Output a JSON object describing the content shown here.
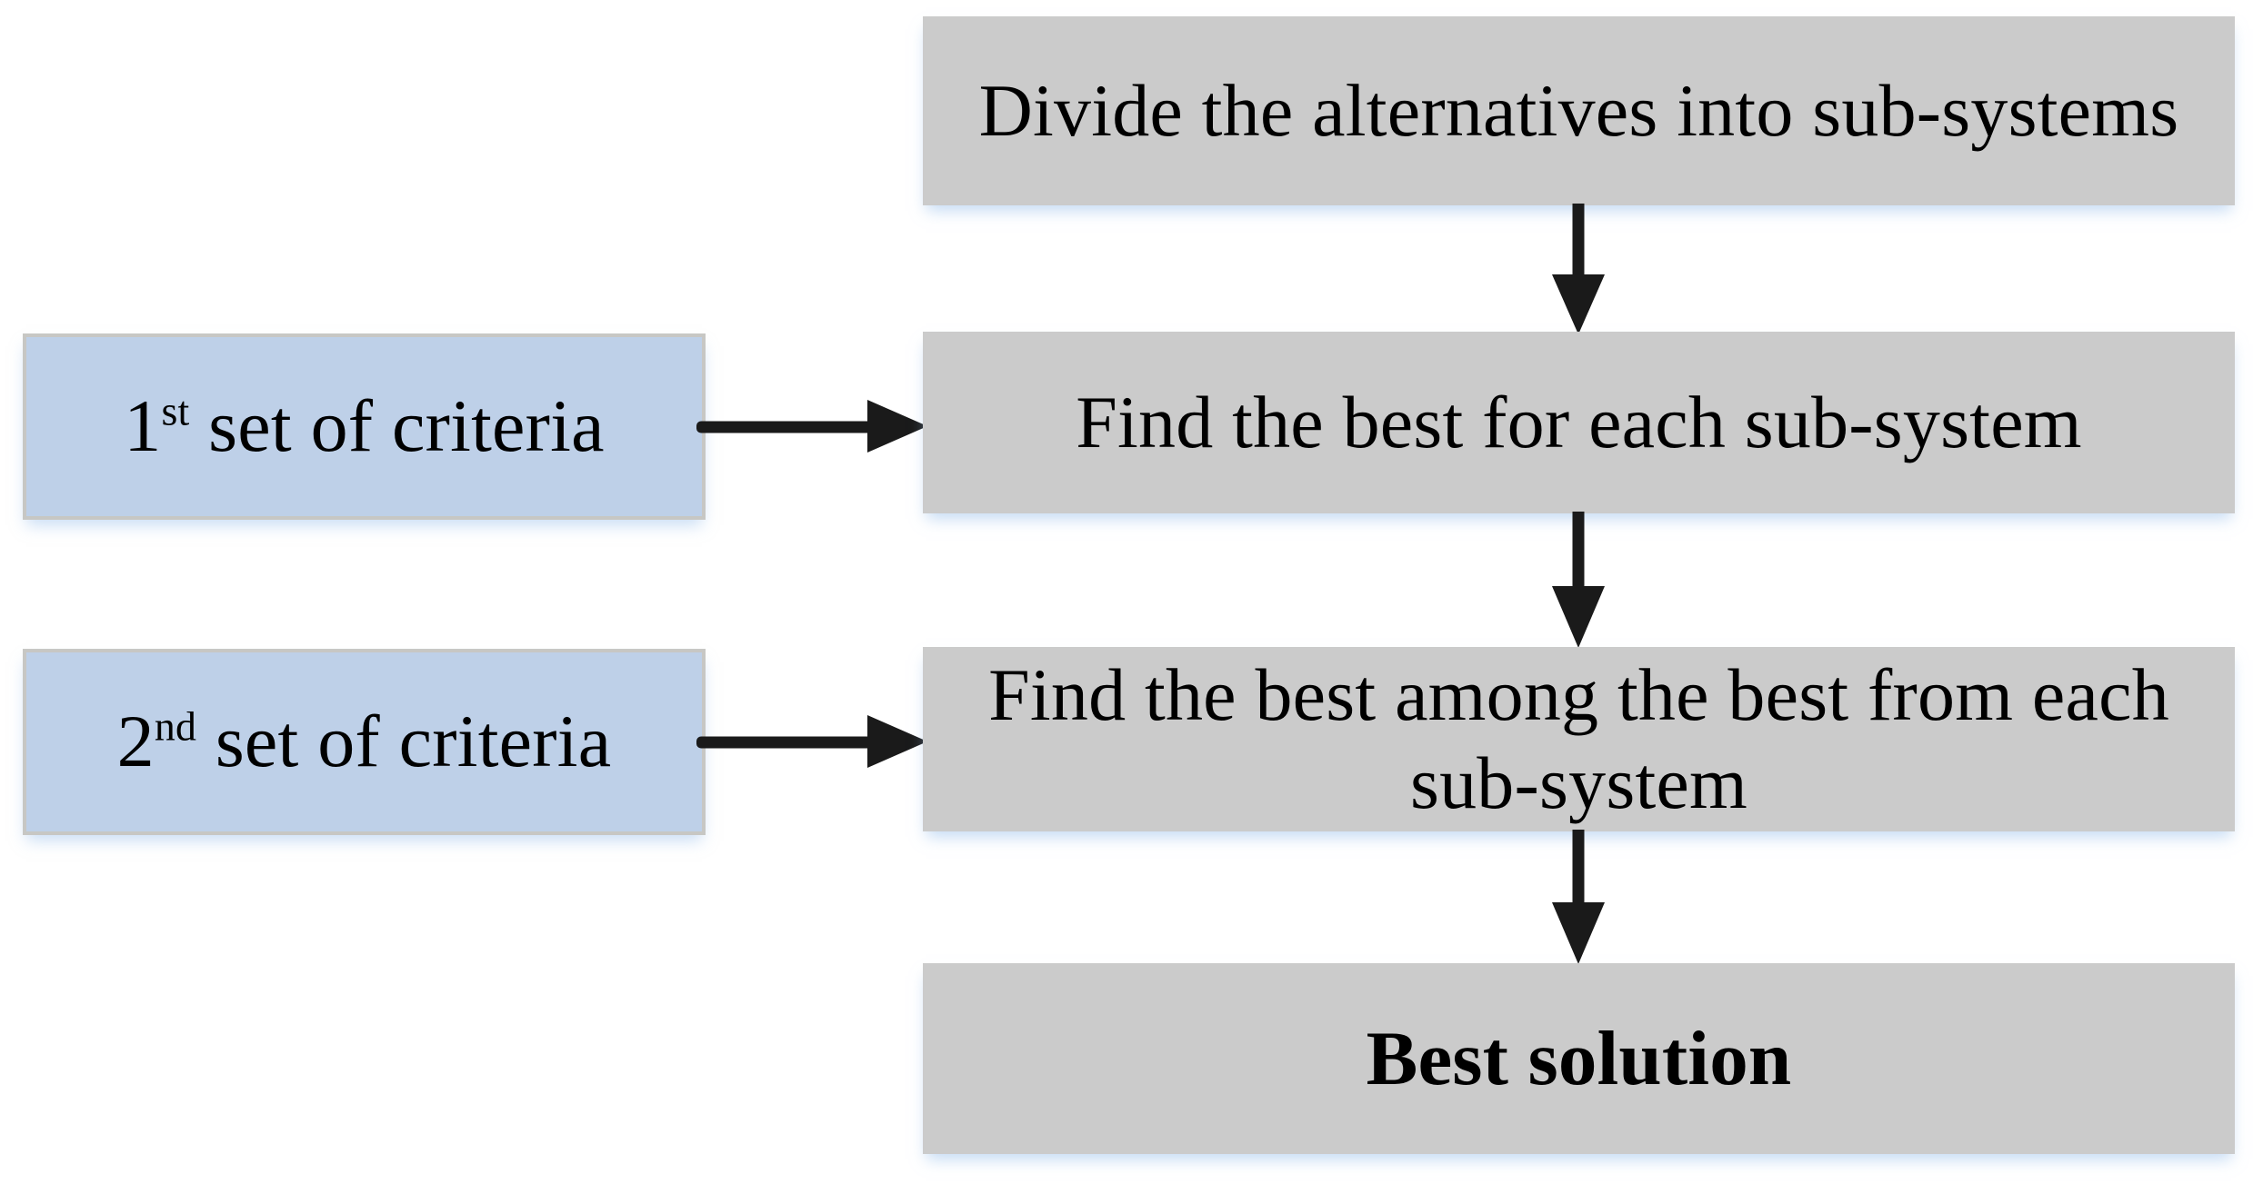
{
  "diagram": {
    "title": "Two-stage decision flow: divide alternatives into sub-systems, then select the best solution",
    "type": "flowchart",
    "colors": {
      "process_fill": "#cbcbcb",
      "criteria_fill": "#bed0e8",
      "criteria_border": "#c7c7c4",
      "arrow": "#1a1a1a",
      "text": "#000000",
      "background": "#ffffff"
    },
    "nodes": [
      {
        "id": "divide",
        "kind": "process",
        "label": "Divide the alternatives into sub-systems",
        "lines": [
          "Divide the alternatives into sub-systems"
        ],
        "bold": false
      },
      {
        "id": "criteria1",
        "kind": "criteria",
        "label": "1st set of criteria",
        "number": "1",
        "ordinal": "st",
        "rest": " set of criteria",
        "bold": false
      },
      {
        "id": "find_best_each",
        "kind": "process",
        "label": "Find the best for each sub-system",
        "lines": [
          "Find the best for each sub-system"
        ],
        "bold": false
      },
      {
        "id": "criteria2",
        "kind": "criteria",
        "label": "2nd set of criteria",
        "number": "2",
        "ordinal": "nd",
        "rest": " set of criteria",
        "bold": false
      },
      {
        "id": "find_best_among",
        "kind": "process",
        "label": "Find the best among the best from each sub-system",
        "lines": [
          "Find the best among the best from each",
          "sub-system"
        ],
        "bold": false
      },
      {
        "id": "best_solution",
        "kind": "process",
        "label": "Best solution",
        "lines": [
          "Best solution"
        ],
        "bold": true
      }
    ],
    "edges": [
      {
        "id": "e1",
        "from": "divide",
        "to": "find_best_each",
        "direction": "down"
      },
      {
        "id": "e2",
        "from": "criteria1",
        "to": "find_best_each",
        "direction": "right"
      },
      {
        "id": "e3",
        "from": "find_best_each",
        "to": "find_best_among",
        "direction": "down"
      },
      {
        "id": "e4",
        "from": "criteria2",
        "to": "find_best_among",
        "direction": "right"
      },
      {
        "id": "e5",
        "from": "find_best_among",
        "to": "best_solution",
        "direction": "down"
      }
    ]
  }
}
